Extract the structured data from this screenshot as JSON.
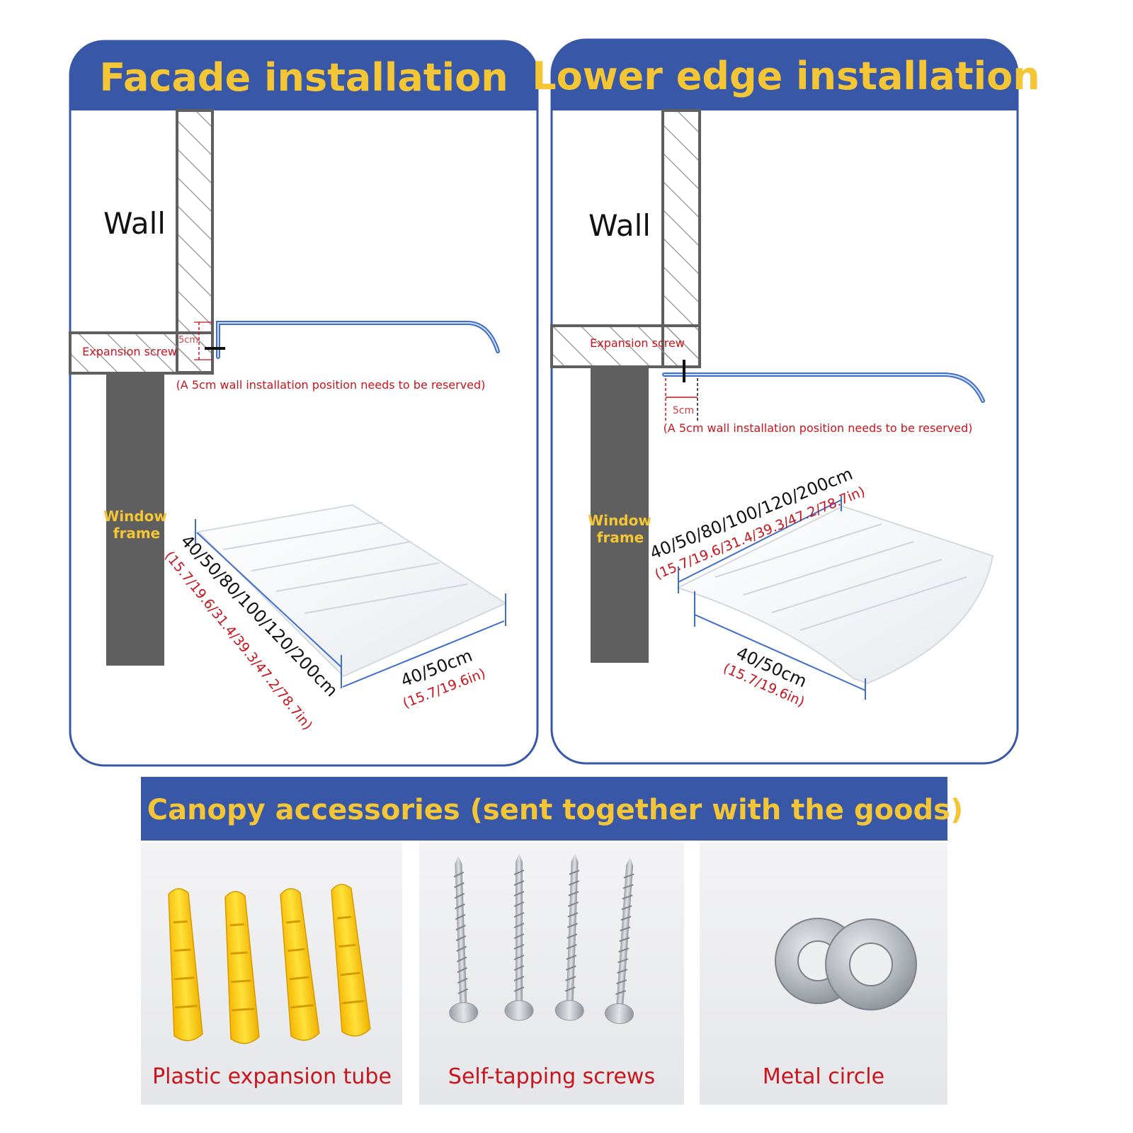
{
  "panels": {
    "facade": {
      "title": "Facade installation",
      "wall_label": "Wall",
      "screw_label": "Expansion screw",
      "gap_label": "5cm",
      "note": "(A 5cm wall installation position needs to be reserved)",
      "frame_label_1": "Window",
      "frame_label_2": "frame",
      "length_label": "40/50/80/100/120/200cm",
      "length_inch_label": "(15.7/19.6/31.4/39.3/47.2/78.7in)",
      "width_label": "40/50cm",
      "width_inch_label": "(15.7/19.6in)"
    },
    "lower_edge": {
      "title": "Lower edge installation",
      "wall_label": "Wall",
      "screw_label": "Expansion screw",
      "gap_label": "5cm",
      "note": "(A 5cm wall installation position needs to be reserved)",
      "frame_label_1": "Window",
      "frame_label_2": "frame",
      "length_label": "40/50/80/100/120/200cm",
      "length_inch_label": "(15.7/19.6/31.4/39.3/47.2/78.7in)",
      "width_label": "40/50cm",
      "width_inch_label": "(15.7/19.6in)"
    }
  },
  "accessories": {
    "title": "Canopy accessories (sent together with the goods)",
    "items": [
      {
        "label": "Plastic expansion tube",
        "icon": "expansion-tube-icon"
      },
      {
        "label": "Self-tapping screws",
        "icon": "screw-icon"
      },
      {
        "label": "Metal circle",
        "icon": "washer-icon"
      }
    ]
  },
  "colors": {
    "banner_blue": "#3857a6",
    "title_yellow": "#f4c534",
    "label_red": "#c8141c",
    "wall_gray": "#5f5f5f",
    "bracket_blue": "#3f6ec6",
    "tube_yellow": "#f3d21f"
  }
}
